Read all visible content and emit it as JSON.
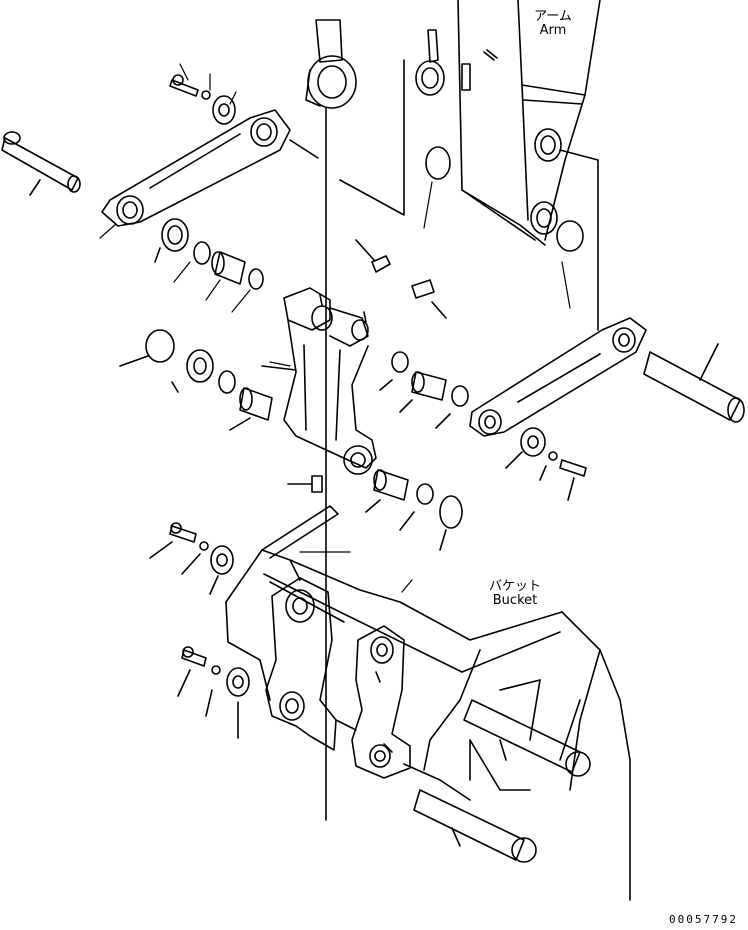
{
  "labels": {
    "arm_ja": "アーム",
    "arm_en": "Arm",
    "bucket_ja": "バケット",
    "bucket_en": "Bucket"
  },
  "figure_code": "00057792"
}
